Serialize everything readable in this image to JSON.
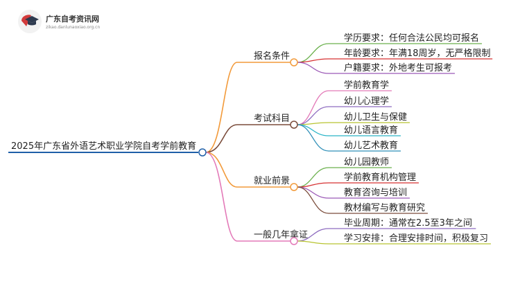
{
  "logo": {
    "name": "广东自考资讯网",
    "url": "zikao.danlunaoxiao.org.cn",
    "icon": "graduation-cap-icon",
    "colors": {
      "badge": "#d23b3b",
      "cap": "#2e3a4f"
    }
  },
  "root": {
    "label": "2025年广东省外语艺术职业学院自考学前教育",
    "line_color": "#1f5fa8"
  },
  "branches": [
    {
      "label": "报名条件",
      "color": "#f29a3a",
      "children": [
        {
          "label": "学历要求：任何合法公民均可报名",
          "color": "#6ab04c"
        },
        {
          "label": "年龄要求：年满18周岁，无严格限制",
          "color": "#d63031"
        },
        {
          "label": "户籍要求：外地考生可报考",
          "color": "#9b59b6"
        }
      ]
    },
    {
      "label": "考试科目",
      "color": "#7a4b3a",
      "children": [
        {
          "label": "学前教育学",
          "color": "#e37ab8"
        },
        {
          "label": "幼儿心理学",
          "color": "#8e6cc0"
        },
        {
          "label": "幼儿卫生与保健",
          "color": "#b8c430"
        },
        {
          "label": "幼儿语言教育",
          "color": "#2bb5c8"
        },
        {
          "label": "幼儿艺术教育",
          "color": "#2f8fb8"
        }
      ]
    },
    {
      "label": "就业前景",
      "color": "#f29a3a",
      "children": [
        {
          "label": "幼儿园教师",
          "color": "#6ab04c"
        },
        {
          "label": "学前教育机构管理",
          "color": "#d63031"
        },
        {
          "label": "教育咨询与培训",
          "color": "#9b59b6"
        },
        {
          "label": "教材编写与教育研究",
          "color": "#7a4b3a"
        }
      ]
    },
    {
      "label": "一般几年拿证",
      "color": "#e37ab8",
      "children": [
        {
          "label": "毕业周期：通常在2.5至3年之间",
          "color": "#8e6cc0"
        },
        {
          "label": "学习安排：合理安排时间，积极复习",
          "color": "#b8c430"
        }
      ]
    }
  ]
}
